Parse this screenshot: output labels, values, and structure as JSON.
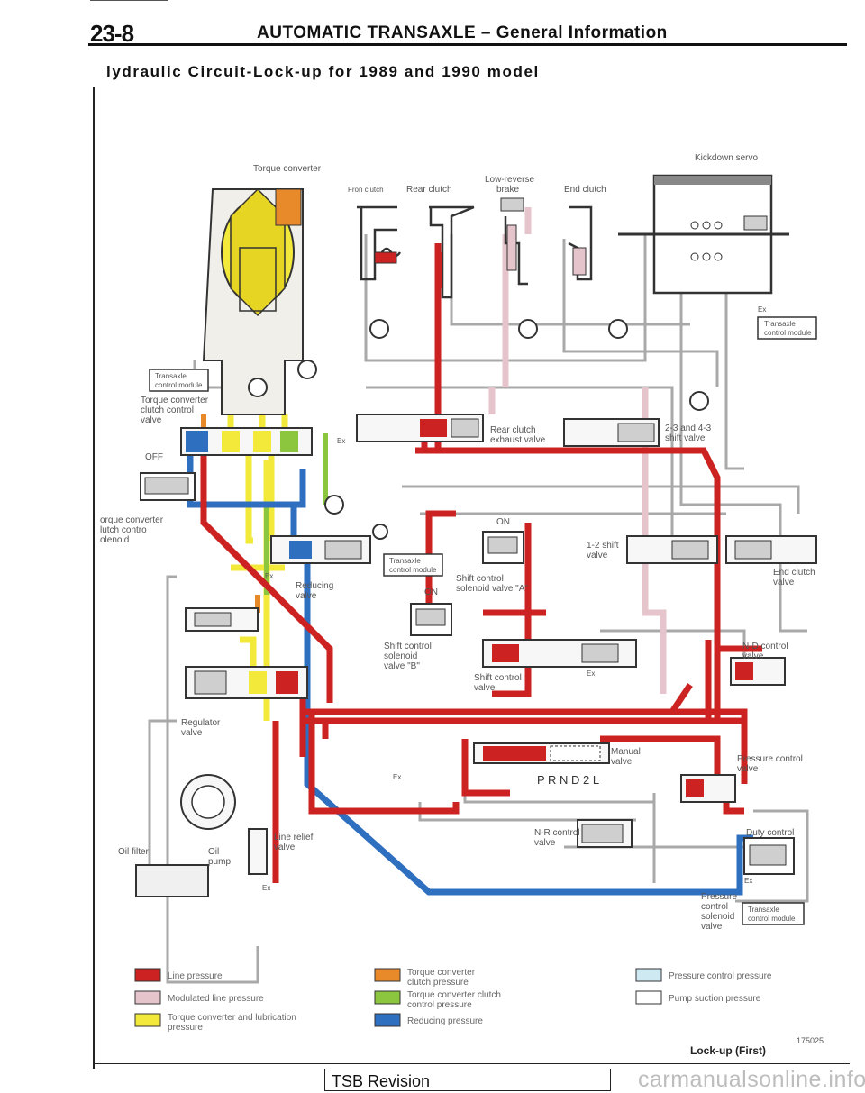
{
  "header": {
    "page_number": "23-8",
    "title": "AUTOMATIC TRANSAXLE – General Information"
  },
  "section": {
    "title": "lydraulic Circuit-Lock-up for 1989 and 1990 model"
  },
  "diagram": {
    "labels": {
      "kickdown_servo": "Kickdown servo",
      "torque_converter": "Torque converter",
      "front_clutch": "Fron clutch",
      "rear_clutch": "Rear clutch",
      "low_reverse_brake_1": "Low-reverse",
      "low_reverse_brake_2": "brake",
      "end_clutch": "End clutch",
      "transaxle_module_1": "Transaxle",
      "transaxle_module_2": "control module",
      "tcc_valve_1": "Torque converter",
      "tcc_valve_2": "clutch control",
      "tcc_valve_3": "valve",
      "off": "OFF",
      "tcc_solenoid_1": "orque converter",
      "tcc_solenoid_2": "lutch contro",
      "tcc_solenoid_3": "olenoid",
      "rear_clutch_exhaust_1": "Rear clutch",
      "rear_clutch_exhaust_2": "exhaust valve",
      "shift_23_1": "2-3 and 4-3",
      "shift_23_2": "shift valve",
      "on_a": "ON",
      "on_b": "ON",
      "shift_12_1": "1-2 shift",
      "shift_12_2": "valve",
      "end_clutch_valve_1": "End clutch",
      "end_clutch_valve_2": "valve",
      "reducing_valve_1": "Reducing",
      "reducing_valve_2": "valve",
      "sol_a_1": "Shift control",
      "sol_a_2": "solenoid valve \"A\"",
      "sol_b_1": "Shift control",
      "sol_b_2": "solenoid",
      "sol_b_3": "valve \"B\"",
      "shift_control_1": "Shift control",
      "shift_control_2": "valve",
      "nd_control_1": "N-D control",
      "nd_control_2": "valve",
      "regulator_1": "Regulator",
      "regulator_2": "valve",
      "manual_valve_1": "Manual",
      "manual_valve_2": "valve",
      "prnd": "P R N D 2 L",
      "pressure_control_1": "Pressure control",
      "pressure_control_2": "valve",
      "duty_control": "Duty control",
      "oil_filter": "Oil filter",
      "oil_pump_1": "Oil",
      "oil_pump_2": "pump",
      "line_relief_1": "Line relief",
      "line_relief_2": "valve",
      "nr_control_1": "N-R control",
      "nr_control_2": "valve",
      "pcs_1": "Pressure",
      "pcs_2": "control",
      "pcs_3": "solenoid",
      "pcs_4": "valve",
      "ex": "Ex"
    },
    "legend": [
      {
        "color": "#cc2222",
        "line1": "Line pressure",
        "line2": ""
      },
      {
        "color": "#e6c4cc",
        "line1": "Modulated line pressure",
        "line2": ""
      },
      {
        "color": "#f2e93a",
        "line1": "Torque converter and lubrication",
        "line2": "pressure"
      },
      {
        "color": "#e98a2a",
        "line1": "Torque converter",
        "line2": "clutch pressure"
      },
      {
        "color": "#8cc63f",
        "line1": "Torque converter clutch",
        "line2": "control pressure"
      },
      {
        "color": "#2f6fc0",
        "line1": "Reducing pressure",
        "line2": ""
      },
      {
        "color": "#cfe9f3",
        "line1": "Pressure control pressure",
        "line2": ""
      },
      {
        "color": "#ffffff",
        "line1": "Pump suction pressure",
        "line2": ""
      }
    ],
    "lockup_label": "Lock-up (First)",
    "figure_number": "175025"
  },
  "footer": {
    "tsb_label": "TSB Revision",
    "watermark": "carmanualsonline.info"
  }
}
